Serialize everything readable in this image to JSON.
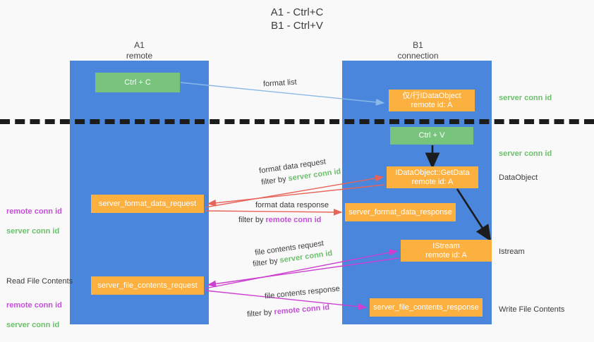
{
  "title": "A1 - Ctrl+C\nB1 - Ctrl+V",
  "colors": {
    "panel": "#4a86dc",
    "orange": "#fbb040",
    "green": "#78c47d",
    "background": "#f9f9f9",
    "server_conn_text": "#6cbf6c",
    "remote_conn_text": "#c44fd8",
    "arrow_format_list": "#8bb9e8",
    "arrow_format_data": "#e8645a",
    "arrow_file_contents": "#cc3fd0",
    "arrow_internal": "#1c1c1c",
    "divider": "#1c1c1c"
  },
  "columns": {
    "a1": {
      "header": "A1\nremote"
    },
    "b1": {
      "header": "B1\nconnection"
    }
  },
  "boxes": {
    "ctrl_c": "Ctrl + C",
    "idataobject": "仅/行IDataObject\nremote id: A",
    "ctrl_v": "Ctrl + V",
    "getdata": "IDataObject::GetData\nremote id: A",
    "server_format_data_request": "server_format_data_request",
    "server_format_data_response": "server_format_data_response",
    "istream": "IStream\nremote id: A",
    "server_file_contents_request": "server_file_contents_request",
    "server_file_contents_response": "server_file_contents_response"
  },
  "right_labels": {
    "server_conn_id_1": "server conn id",
    "server_conn_id_2": "server conn id",
    "dataobject": "DataObject",
    "istream": "Istream",
    "write_file_contents": "Write File Contents"
  },
  "left_labels": {
    "remote_conn_id_1": "remote conn id",
    "server_conn_id_1": "server conn id",
    "read_file_contents": "Read File Contents",
    "remote_conn_id_2": "remote conn id",
    "server_conn_id_2": "server conn id"
  },
  "arrow_labels": {
    "format_list": "format list",
    "format_data_request": "format data request",
    "format_data_request_filter_prefix": "filter by ",
    "format_data_request_filter_value": "server conn id",
    "format_data_response": "format data response",
    "format_data_response_filter_prefix": "filter by ",
    "format_data_response_filter_value": "remote conn id",
    "file_contents_request": "file contents request",
    "file_contents_request_filter_prefix": "filter by ",
    "file_contents_request_filter_value": "server conn id",
    "file_contents_response": "file contents response",
    "file_contents_response_filter_prefix": "filter by ",
    "file_contents_response_filter_value": "remote conn id"
  }
}
